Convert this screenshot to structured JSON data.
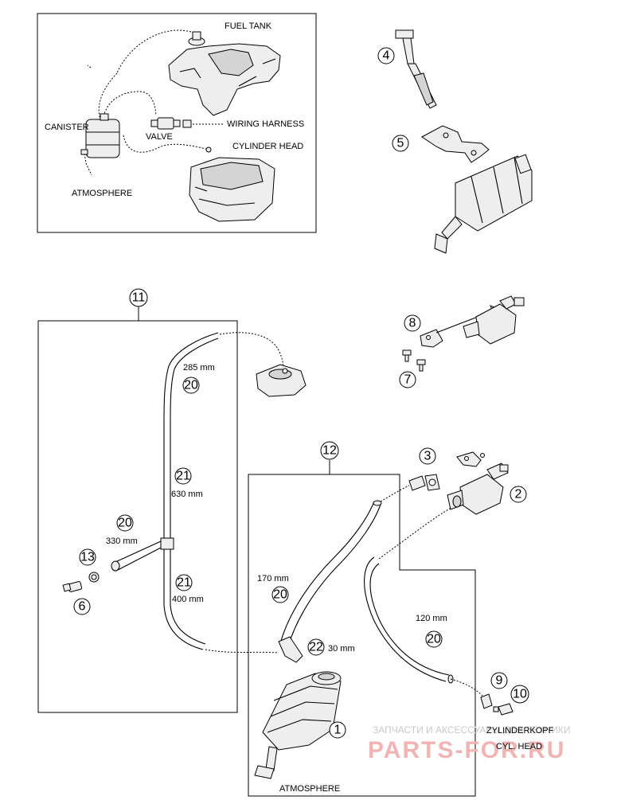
{
  "inset": {
    "fuel_tank": "FUEL TANK",
    "canister": "CANISTER",
    "valve": "VALVE",
    "wiring_harness": "WIRING HARNESS",
    "cylinder_head": "CYLINDER HEAD",
    "atmosphere": "ATMOSPHERE"
  },
  "callouts": {
    "c1": "1",
    "c2": "2",
    "c3": "3",
    "c4": "4",
    "c5": "5",
    "c6": "6",
    "c7": "7",
    "c8": "8",
    "c9": "9",
    "c10": "10",
    "c11": "11",
    "c12": "12",
    "c13": "13",
    "c20a": "20",
    "c20b": "20",
    "c20c": "20",
    "c20d": "20",
    "c21a": "21",
    "c21b": "21",
    "c22": "22"
  },
  "lengths": {
    "l285": "285 mm",
    "l630": "630 mm",
    "l330": "330 mm",
    "l400": "400 mm",
    "l170": "170 mm",
    "l30": "30 mm",
    "l120": "120 mm"
  },
  "labels": {
    "zylinderkopf": "ZYLINDERKOPF",
    "cyl_head": "CYL. HEAD",
    "atmosphere": "ATMOSPHERE"
  },
  "watermark": {
    "small": "ЗАПЧАСТИ И АКСЕССУАРЫ ДЛЯ ТЕХНИКИ",
    "large": "PARTS-FOR.RU"
  }
}
